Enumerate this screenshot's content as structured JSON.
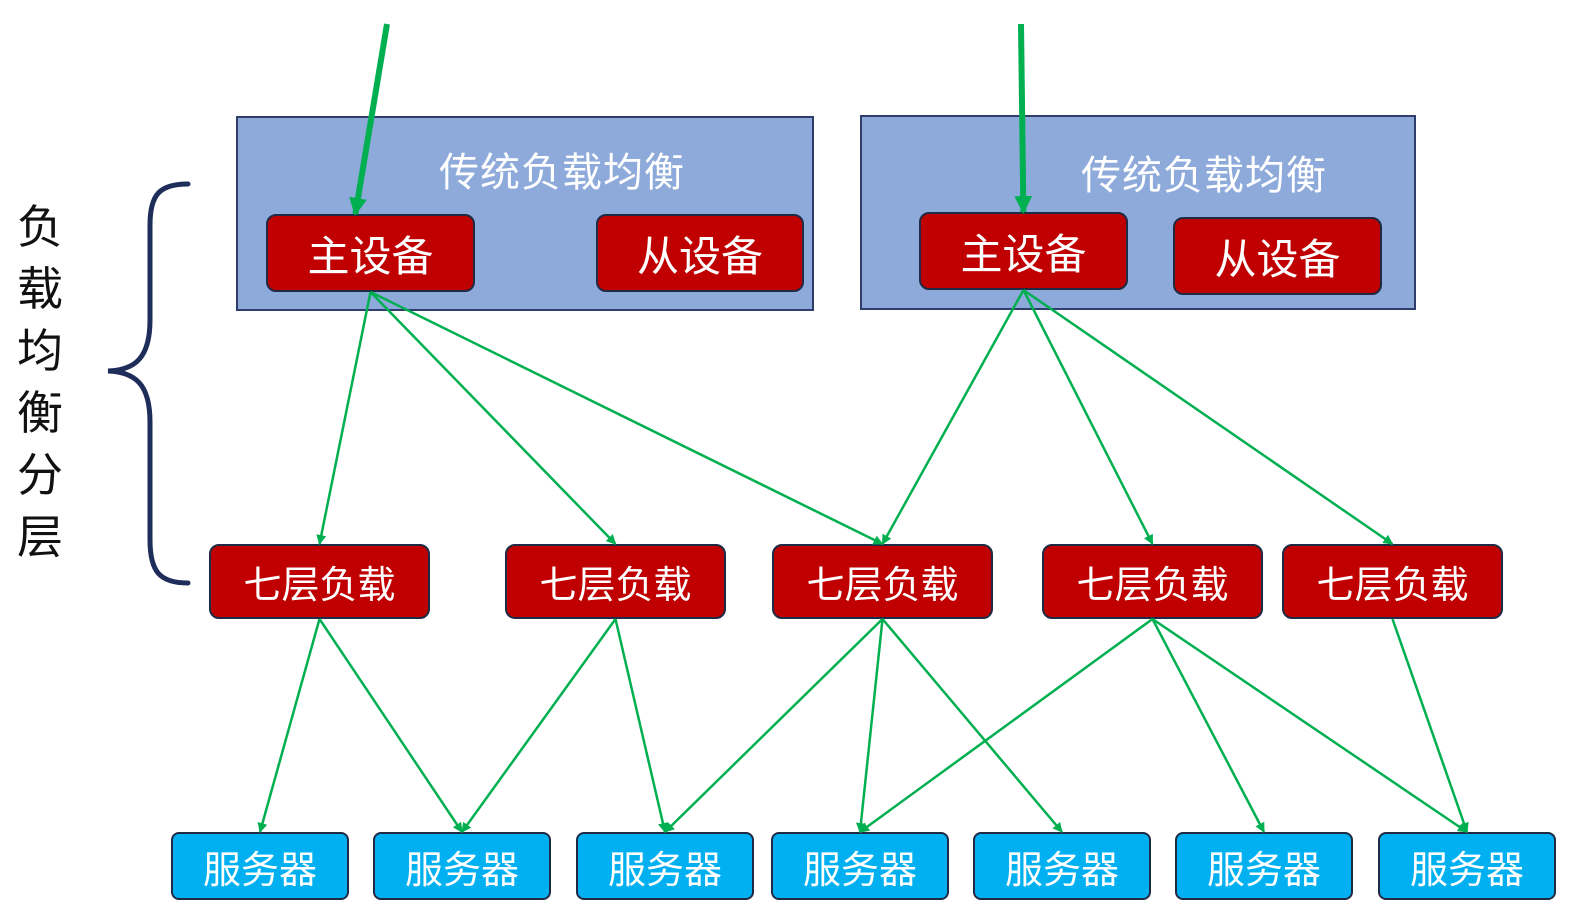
{
  "layer_title_chars": [
    "负",
    "载",
    "均",
    "衡",
    "分",
    "层"
  ],
  "groups": [
    {
      "label": "传统负载均衡",
      "master": "主设备",
      "slave": "从设备"
    },
    {
      "label": "传统负载均衡",
      "master": "主设备",
      "slave": "从设备"
    }
  ],
  "l7_nodes": [
    "七层负载",
    "七层负载",
    "七层负载",
    "七层负载",
    "七层负载"
  ],
  "servers": [
    "服务器",
    "服务器",
    "服务器",
    "服务器",
    "服务器",
    "服务器",
    "服务器"
  ],
  "colors": {
    "group_fill": "#8eaadb",
    "device_fill": "#c00000",
    "server_fill": "#00b0f0",
    "arrow": "#00b050",
    "brace": "#1f2d5a"
  },
  "connections": {
    "ingress": [
      "g0.master",
      "g1.master"
    ],
    "to_l7": [
      [
        "g0.master",
        0
      ],
      [
        "g0.master",
        1
      ],
      [
        "g0.master",
        2
      ],
      [
        "g1.master",
        2
      ],
      [
        "g1.master",
        3
      ],
      [
        "g1.master",
        4
      ]
    ],
    "to_server": [
      [
        0,
        0
      ],
      [
        0,
        1
      ],
      [
        1,
        1
      ],
      [
        1,
        2
      ],
      [
        2,
        2
      ],
      [
        2,
        3
      ],
      [
        2,
        4
      ],
      [
        3,
        3
      ],
      [
        3,
        5
      ],
      [
        3,
        6
      ],
      [
        4,
        6
      ]
    ]
  }
}
